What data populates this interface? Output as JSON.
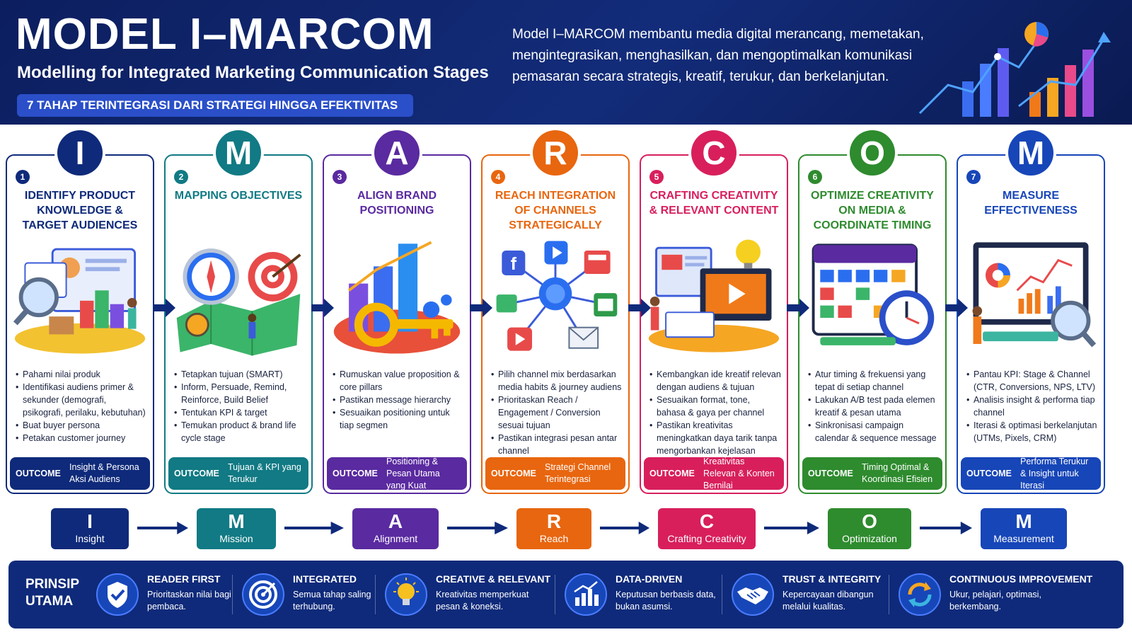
{
  "header": {
    "title": "MODEL I–MARCOM",
    "subtitle": "Modelling for Integrated Marketing Communication Stages",
    "tagline": "7 TAHAP TERINTEGRASI DARI STRATEGI HINGGA EFEKTIVITAS",
    "description": "Model I–MARCOM membantu media digital merancang, memetakan, mengintegrasikan, menghasilkan, dan mengoptimalkan komunikasi pemasaran secara strategis, kreatif, terukur, dan berkelanjutan."
  },
  "outcome_label": "OUTCOME",
  "stages": [
    {
      "letter": "I",
      "number": "1",
      "color": "#0f2a7a",
      "title": "IDENTIFY PRODUCT KNOWLEDGE & TARGET AUDIENCES",
      "illustration": "research-icon",
      "bullets": [
        "Pahami nilai produk",
        "Identifikasi audiens primer & sekunder (demografi, psikografi, perilaku, kebutuhan)",
        "Buat buyer persona",
        "Petakan customer journey"
      ],
      "outcome": "Insight & Persona Aksi Audiens"
    },
    {
      "letter": "M",
      "number": "2",
      "color": "#117a84",
      "title": "MAPPING OBJECTIVES",
      "illustration": "compass-target-icon",
      "bullets": [
        "Tetapkan tujuan (SMART)",
        "Inform, Persuade, Remind, Reinforce, Build Belief",
        "Tentukan KPI & target",
        "Temukan product & brand life cycle stage"
      ],
      "outcome": "Tujuan & KPI yang Terukur"
    },
    {
      "letter": "A",
      "number": "3",
      "color": "#5a2aa0",
      "title": "ALIGN BRAND POSITIONING",
      "illustration": "key-growth-icon",
      "bullets": [
        "Rumuskan value proposition & core pillars",
        "Pastikan message hierarchy",
        "Sesuaikan positioning untuk tiap segmen"
      ],
      "outcome": "Positioning & Pesan Utama yang Kuat"
    },
    {
      "letter": "R",
      "number": "4",
      "color": "#e8660f",
      "title": "REACH INTEGRATION OF CHANNELS STRATEGICALLY",
      "illustration": "channel-network-icon",
      "bullets": [
        "Pilih channel mix berdasarkan media habits & journey audiens",
        "Prioritaskan Reach / Engagement / Conversion sesuai tujuan",
        "Pastikan integrasi pesan antar channel"
      ],
      "outcome": "Strategi Channel Terintegrasi"
    },
    {
      "letter": "C",
      "number": "5",
      "color": "#d81f5c",
      "title": "CRAFTING CREATIVITY & RELEVANT CONTENT",
      "illustration": "creative-content-icon",
      "bullets": [
        "Kembangkan ide kreatif relevan dengan audiens & tujuan",
        "Sesuaikan format, tone, bahasa & gaya per channel",
        "Pastikan kreativitas meningkatkan daya tarik tanpa mengorbankan kejelasan pesan"
      ],
      "outcome": "Kreativitas Relevan & Konten Bernilai"
    },
    {
      "letter": "O",
      "number": "6",
      "color": "#2e8b2e",
      "title": "OPTIMIZE CREATIVITY ON MEDIA & COORDINATE TIMING",
      "illustration": "calendar-clock-icon",
      "bullets": [
        "Atur timing & frekuensi yang tepat di setiap channel",
        "Lakukan A/B test pada elemen kreatif & pesan utama",
        "Sinkronisasi campaign calendar & sequence message"
      ],
      "outcome": "Timing Optimal & Koordinasi Efisien"
    },
    {
      "letter": "M",
      "number": "7",
      "color": "#1746b8",
      "title": "MEASURE EFFECTIVENESS",
      "illustration": "analytics-dashboard-icon",
      "bullets": [
        "Pantau KPI: Stage & Channel (CTR, Conversions, NPS, LTV)",
        "Analisis insight & performa tiap channel",
        "Iterasi & optimasi berkelanjutan (UTMs, Pixels, CRM)"
      ],
      "outcome": "Performa Terukur & Insight untuk Iterasi"
    }
  ],
  "flow": [
    {
      "letter": "I",
      "word": "Insight",
      "color": "#0f2a7a"
    },
    {
      "letter": "M",
      "word": "Mission",
      "color": "#117a84"
    },
    {
      "letter": "A",
      "word": "Alignment",
      "color": "#5a2aa0"
    },
    {
      "letter": "R",
      "word": "Reach",
      "color": "#e8660f"
    },
    {
      "letter": "C",
      "word": "Crafting Creativity",
      "color": "#d81f5c"
    },
    {
      "letter": "O",
      "word": "Optimization",
      "color": "#2e8b2e"
    },
    {
      "letter": "M",
      "word": "Measurement",
      "color": "#1746b8"
    }
  ],
  "principles": {
    "title": "PRINSIP UTAMA",
    "items": [
      {
        "icon": "shield-check-icon",
        "heading": "READER FIRST",
        "text": "Prioritaskan nilai bagi pembaca."
      },
      {
        "icon": "target-icon",
        "heading": "INTEGRATED",
        "text": "Semua tahap saling terhubung."
      },
      {
        "icon": "lightbulb-icon",
        "heading": "CREATIVE & RELEVANT",
        "text": "Kreativitas memperkuat pesan & koneksi."
      },
      {
        "icon": "bar-chart-icon",
        "heading": "DATA-DRIVEN",
        "text": "Keputusan berbasis data, bukan asumsi."
      },
      {
        "icon": "handshake-icon",
        "heading": "TRUST & INTEGRITY",
        "text": "Kepercayaan dibangun melalui kualitas."
      },
      {
        "icon": "refresh-cycle-icon",
        "heading": "CONTINUOUS IMPROVEMENT",
        "text": "Ukur, pelajari, optimasi, berkembang."
      }
    ]
  }
}
